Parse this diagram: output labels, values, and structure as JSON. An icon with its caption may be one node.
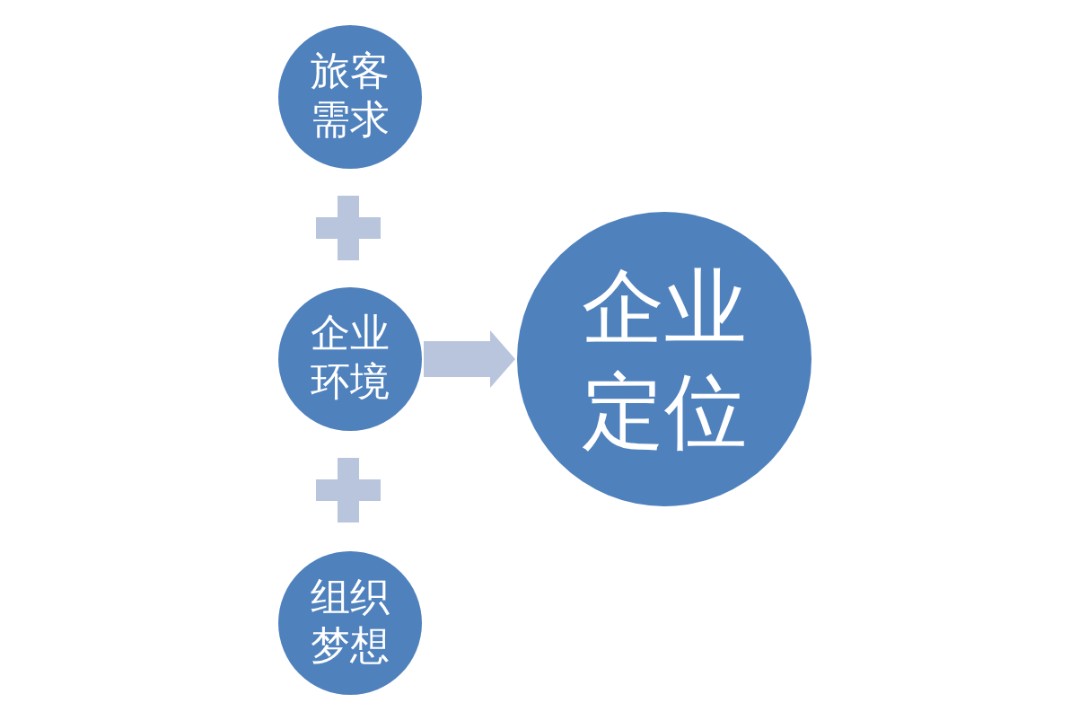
{
  "diagram": {
    "nodes": [
      {
        "text": [
          "旅客需求"
        ]
      },
      {
        "text": [
          "企业环境"
        ]
      },
      {
        "text": [
          "组织梦想"
        ]
      },
      {
        "text": [
          "企业定位"
        ]
      }
    ],
    "edges": [
      {
        "from": 1,
        "to": 3,
        "arrow": "to"
      }
    ]
  }
}
